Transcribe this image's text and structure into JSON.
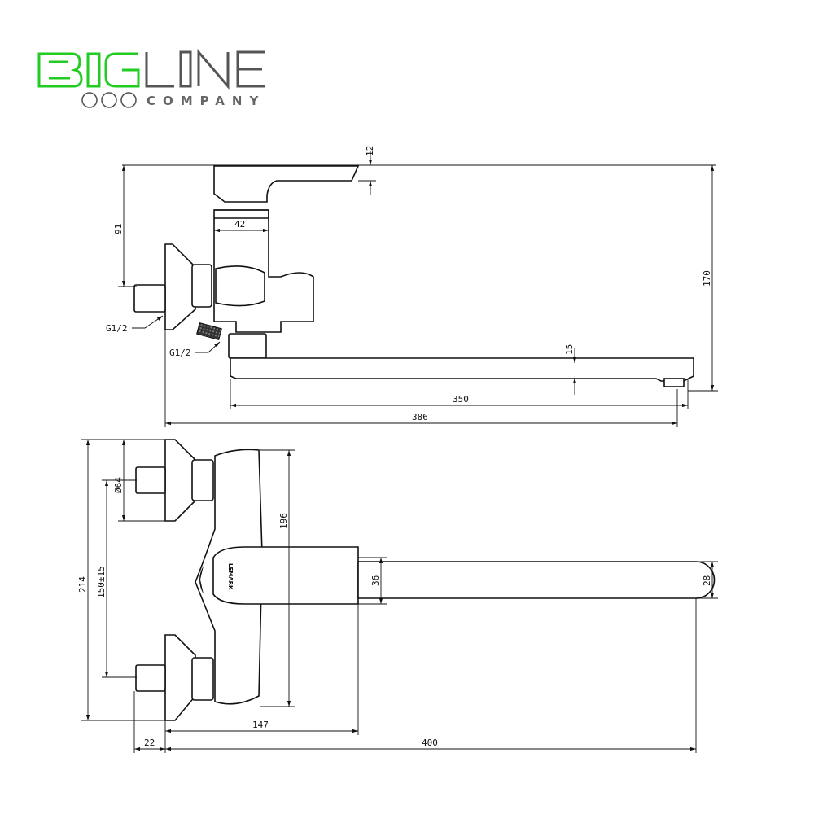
{
  "logo": {
    "brand_green": "BIG",
    "brand_gray": "LINE",
    "subtitle": "COMPANY",
    "green": "#22cc22",
    "gray": "#555555"
  },
  "product_mark": "LEMARK",
  "side_view": {
    "dims": {
      "handle_thickness": "12",
      "height_to_inlet": "91",
      "total_height": "170",
      "body_width": "42",
      "spout_thickness": "15",
      "spout_reach": "350",
      "total_reach": "386"
    },
    "thread_inlet": "G1/2",
    "thread_outlet": "G1/2"
  },
  "top_view": {
    "dims": {
      "flange_diameter": "Ø64",
      "overall_width": "214",
      "center_distance": "150±15",
      "body_length": "196",
      "body_depth_36": "36",
      "spout_width": "28",
      "body_projection": "147",
      "wall_offset": "22",
      "spout_length": "400"
    }
  }
}
